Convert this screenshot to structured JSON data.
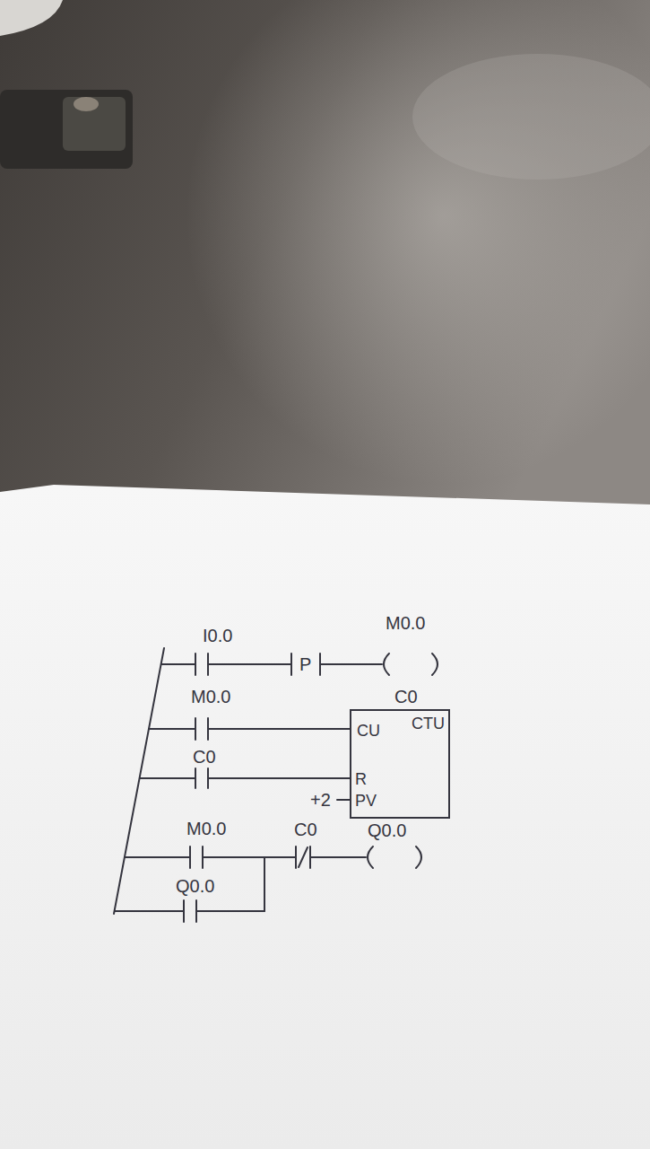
{
  "diagram": {
    "nodes": [
      {
        "text": [
          "C0",
          "CU",
          "CTU",
          "R",
          "PV"
        ]
      }
    ],
    "labels": [
      "I0.0",
      "P",
      "M0.0",
      "M0.0",
      "C0",
      "+2",
      "M0.0",
      "C0",
      "Q0.0",
      "Q0.0"
    ]
  }
}
